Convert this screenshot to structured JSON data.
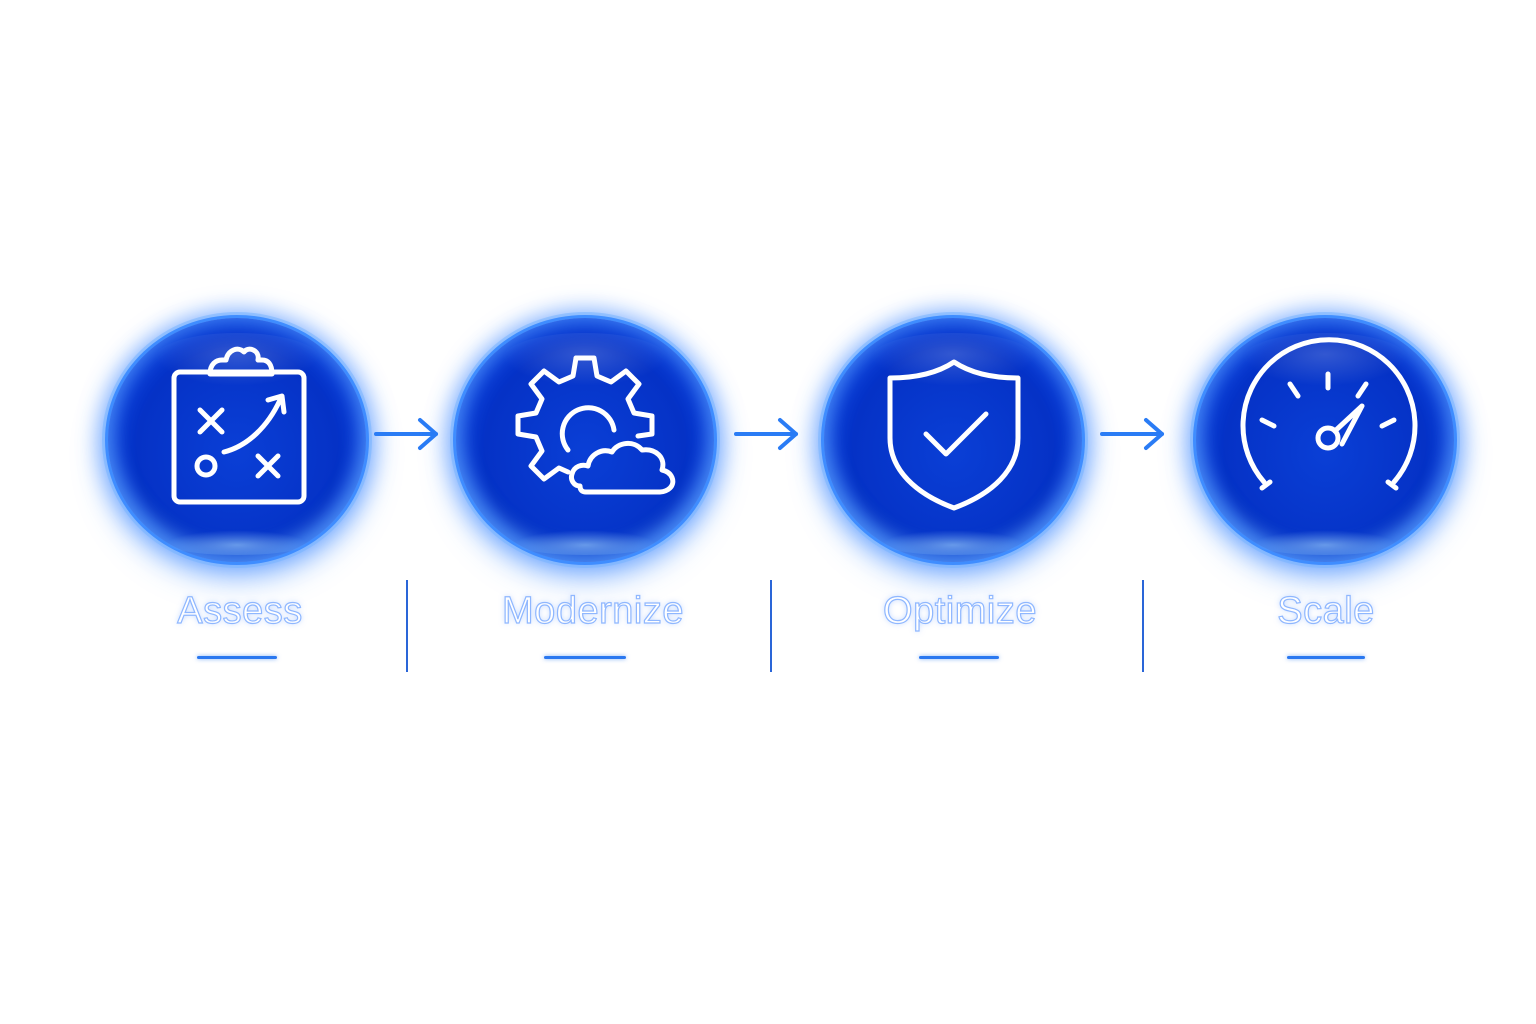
{
  "steps": [
    {
      "label": "Assess",
      "icon": "strategy-clipboard-icon"
    },
    {
      "label": "Modernize",
      "icon": "gear-cloud-icon"
    },
    {
      "label": "Optimize",
      "icon": "shield-check-icon"
    },
    {
      "label": "Scale",
      "icon": "speedometer-icon"
    }
  ],
  "colors": {
    "orb": "#0532c6",
    "orb_rim": "#3f8dff",
    "arrow": "#2a7cf5",
    "underline": "#2a78f0",
    "divider": "#2a66d8",
    "label_outline": "#8fb7ff",
    "icon_stroke": "#ffffff"
  }
}
